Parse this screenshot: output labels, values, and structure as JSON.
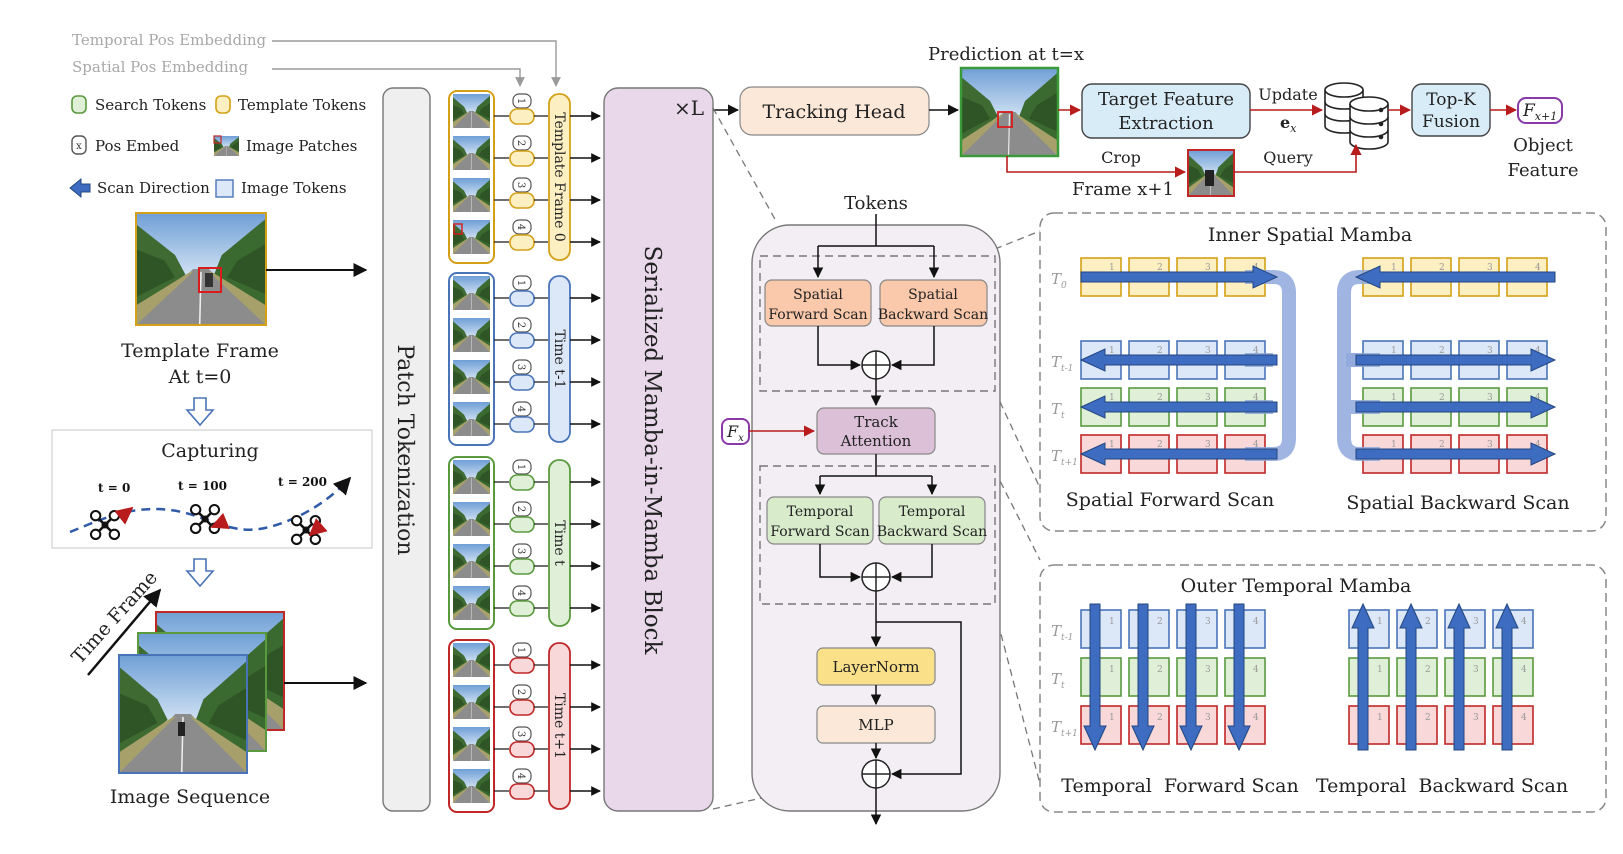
{
  "legend": {
    "temporal_pos": "Temporal Pos Embedding",
    "spatial_pos": "Spatial Pos Embedding",
    "search_tokens": "Search Tokens",
    "template_tokens": "Template Tokens",
    "pos_embed_symbol": "x",
    "pos_embed": "Pos Embed",
    "image_patches": "Image Patches",
    "scan_direction": "Scan Direction",
    "image_tokens": "Image Tokens"
  },
  "input": {
    "template_frame": "Template Frame",
    "at_t0": "At t=0",
    "capturing": "Capturing",
    "t_labels": [
      "t = 0",
      "t = 100",
      "t = 200"
    ],
    "time_frame": "Time Frame",
    "image_sequence": "Image Sequence"
  },
  "patch_tokenization": "Patch Tokenization",
  "token_groups": [
    {
      "label": "Template Frame 0",
      "color": "#d4a017",
      "fill": "#fcefc2"
    },
    {
      "label": "Time t-1",
      "color": "#4a74b8",
      "fill": "#dce8f8"
    },
    {
      "label": "Time t",
      "color": "#5a9a3e",
      "fill": "#e0f0d8"
    },
    {
      "label": "Time t+1",
      "color": "#c02828",
      "fill": "#f8d8d8"
    }
  ],
  "pos_numbers": [
    "1",
    "2",
    "3",
    "4"
  ],
  "mamba_block": "Serialized Mamba-in-Mamba Block",
  "times_l": "×L",
  "tracking_head": "Tracking Head",
  "prediction": "Prediction at t=x",
  "target_feature": [
    "Target Feature",
    "Extraction"
  ],
  "update": "Update",
  "e_sub": "e",
  "e_subscript": "x",
  "topk": [
    "Top-K",
    "Fusion"
  ],
  "f_next": "F",
  "f_next_sub": "x+1",
  "object_feature": [
    "Object",
    "Feature"
  ],
  "crop": "Crop",
  "query": "Query",
  "frame_next": "Frame x+1",
  "block": {
    "tokens": "Tokens",
    "spatial_forward": [
      "Spatial",
      "Forward Scan"
    ],
    "spatial_backward": [
      "Spatial",
      "Backward Scan"
    ],
    "fx": "F",
    "fx_sub": "x",
    "track_attention": [
      "Track",
      "Attention"
    ],
    "temporal_forward": [
      "Temporal",
      "Forward Scan"
    ],
    "temporal_backward": [
      "Temporal",
      "Backward Scan"
    ],
    "layernorm": "LayerNorm",
    "mlp": "MLP"
  },
  "inner": {
    "title": "Inner Spatial Mamba",
    "rows": [
      "T",
      "T",
      "T",
      "T"
    ],
    "row_subs": [
      "0",
      "t-1",
      "t",
      "t+1"
    ],
    "forward": "Spatial Forward Scan",
    "backward": "Spatial Backward Scan"
  },
  "outer": {
    "title": "Outer Temporal Mamba",
    "rows": [
      "T",
      "T",
      "T"
    ],
    "row_subs": [
      "t-1",
      "t",
      "t+1"
    ],
    "forward": "Temporal  Forward Scan",
    "backward": "Temporal  Backward Scan"
  },
  "colors": {
    "yellow": "#d4a017",
    "blue": "#4a74b8",
    "green": "#5a9a3e",
    "red": "#c02828",
    "purple_fill": "#e8d8ea",
    "scan_arrow": "#3d6cc0"
  }
}
